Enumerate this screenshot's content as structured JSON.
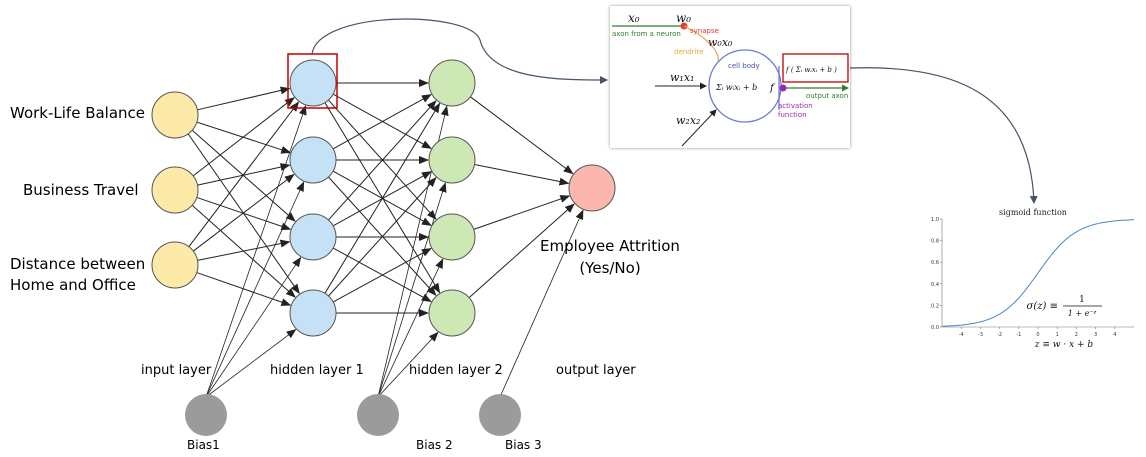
{
  "inputs": {
    "work_life": "Work-Life Balance",
    "travel": "Business Travel",
    "distance_1": "Distance between",
    "distance_2": "Home and Office"
  },
  "layers": {
    "input": "input layer",
    "hidden1": "hidden layer 1",
    "hidden2": "hidden layer 2",
    "output": "output layer"
  },
  "output": {
    "line1": "Employee Attrition",
    "line2": "(Yes/No)"
  },
  "bias": {
    "b1": "Bias1",
    "b2": "Bias 2",
    "b3": "Bias 3"
  },
  "neuron": {
    "x0": "x₀",
    "w0": "w₀",
    "synapse": "synapse",
    "axon_from": "axon from a neuron",
    "w0x0": "w₀x₀",
    "dendrite": "dendrite",
    "cell_body": "cell body",
    "w1x1": "w₁x₁",
    "sum": "Σᵢ wᵢxᵢ + b",
    "f": "f",
    "formula": "f ( Σᵢ wᵢxᵢ + b )",
    "output_axon": "output axon",
    "activation_1": "activation",
    "activation_2": "function",
    "w2x2": "w₂x₂"
  },
  "sigmoid": {
    "title": "sigmoid function",
    "formula_lhs": "σ(z) ≡",
    "formula_num": "1",
    "formula_den": "1 + e⁻ᶻ",
    "zlabel": "z ≡ w · x + b",
    "yticks": [
      "0.0",
      "0.2",
      "0.4",
      "0.6",
      "0.8",
      "1.0"
    ],
    "xticks": [
      "-4",
      "-3",
      "-2",
      "-1",
      "0",
      "1",
      "2",
      "3",
      "4"
    ]
  },
  "colors": {
    "input": "#fde9a8",
    "hidden1": "#c5e1f5",
    "hidden2": "#cde8b5",
    "output": "#fbb7ad",
    "bias": "#9b9b9b",
    "highlight": "#c00000",
    "connector": "#44546a"
  }
}
